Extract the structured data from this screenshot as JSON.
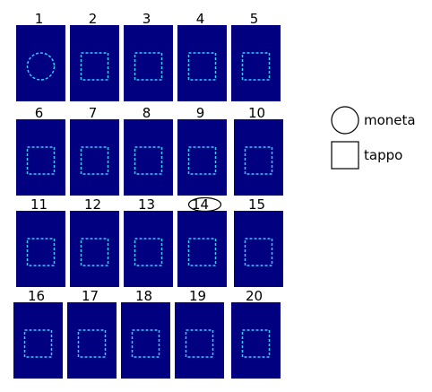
{
  "colors": {
    "card_fill": "#000080",
    "marker_stroke": "#33ccff",
    "ink": "#000000",
    "background": "#ffffff"
  },
  "cards": [
    {
      "label": "1",
      "shape": "circle"
    },
    {
      "label": "2",
      "shape": "square"
    },
    {
      "label": "3",
      "shape": "square"
    },
    {
      "label": "4",
      "shape": "square"
    },
    {
      "label": "5",
      "shape": "square"
    },
    {
      "label": "6",
      "shape": "square"
    },
    {
      "label": "7",
      "shape": "square"
    },
    {
      "label": "8",
      "shape": "square"
    },
    {
      "label": "9",
      "shape": "square"
    },
    {
      "label": "10",
      "shape": "square"
    },
    {
      "label": "11",
      "shape": "square"
    },
    {
      "label": "12",
      "shape": "square"
    },
    {
      "label": "13",
      "shape": "square"
    },
    {
      "label": "14",
      "shape": "square",
      "circled": true
    },
    {
      "label": "15",
      "shape": "square"
    },
    {
      "label": "16",
      "shape": "square"
    },
    {
      "label": "17",
      "shape": "square"
    },
    {
      "label": "18",
      "shape": "square"
    },
    {
      "label": "19",
      "shape": "square"
    },
    {
      "label": "20",
      "shape": "square"
    }
  ],
  "legend": [
    {
      "shape": "circle",
      "label": "moneta"
    },
    {
      "shape": "square",
      "label": "tappo"
    }
  ]
}
